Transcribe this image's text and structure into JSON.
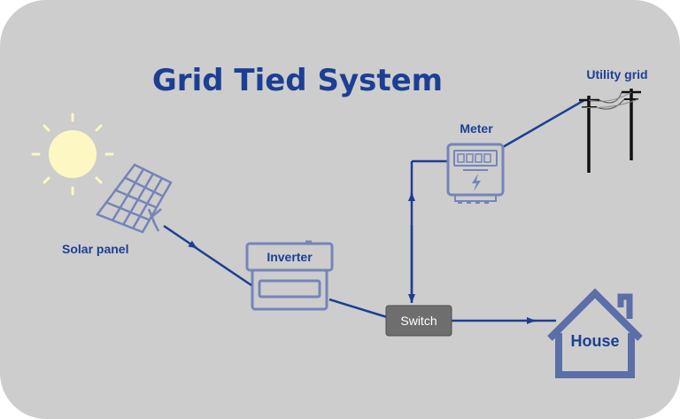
{
  "title": "Grid Tied System",
  "labels": {
    "solar_panel": "Solar panel",
    "inverter": "Inverter",
    "switch": "Switch",
    "meter": "Meter",
    "utility_grid": "Utility grid",
    "house": "House"
  },
  "colors": {
    "background": "#cdcdcd",
    "title": "#1c3f94",
    "label": "#1c3f94",
    "wire": "#1c3f94",
    "component": "#7585b8",
    "sun": "#fdf7c3",
    "switch_fill": "#6e6e6e",
    "switch_text": "#ffffff"
  }
}
